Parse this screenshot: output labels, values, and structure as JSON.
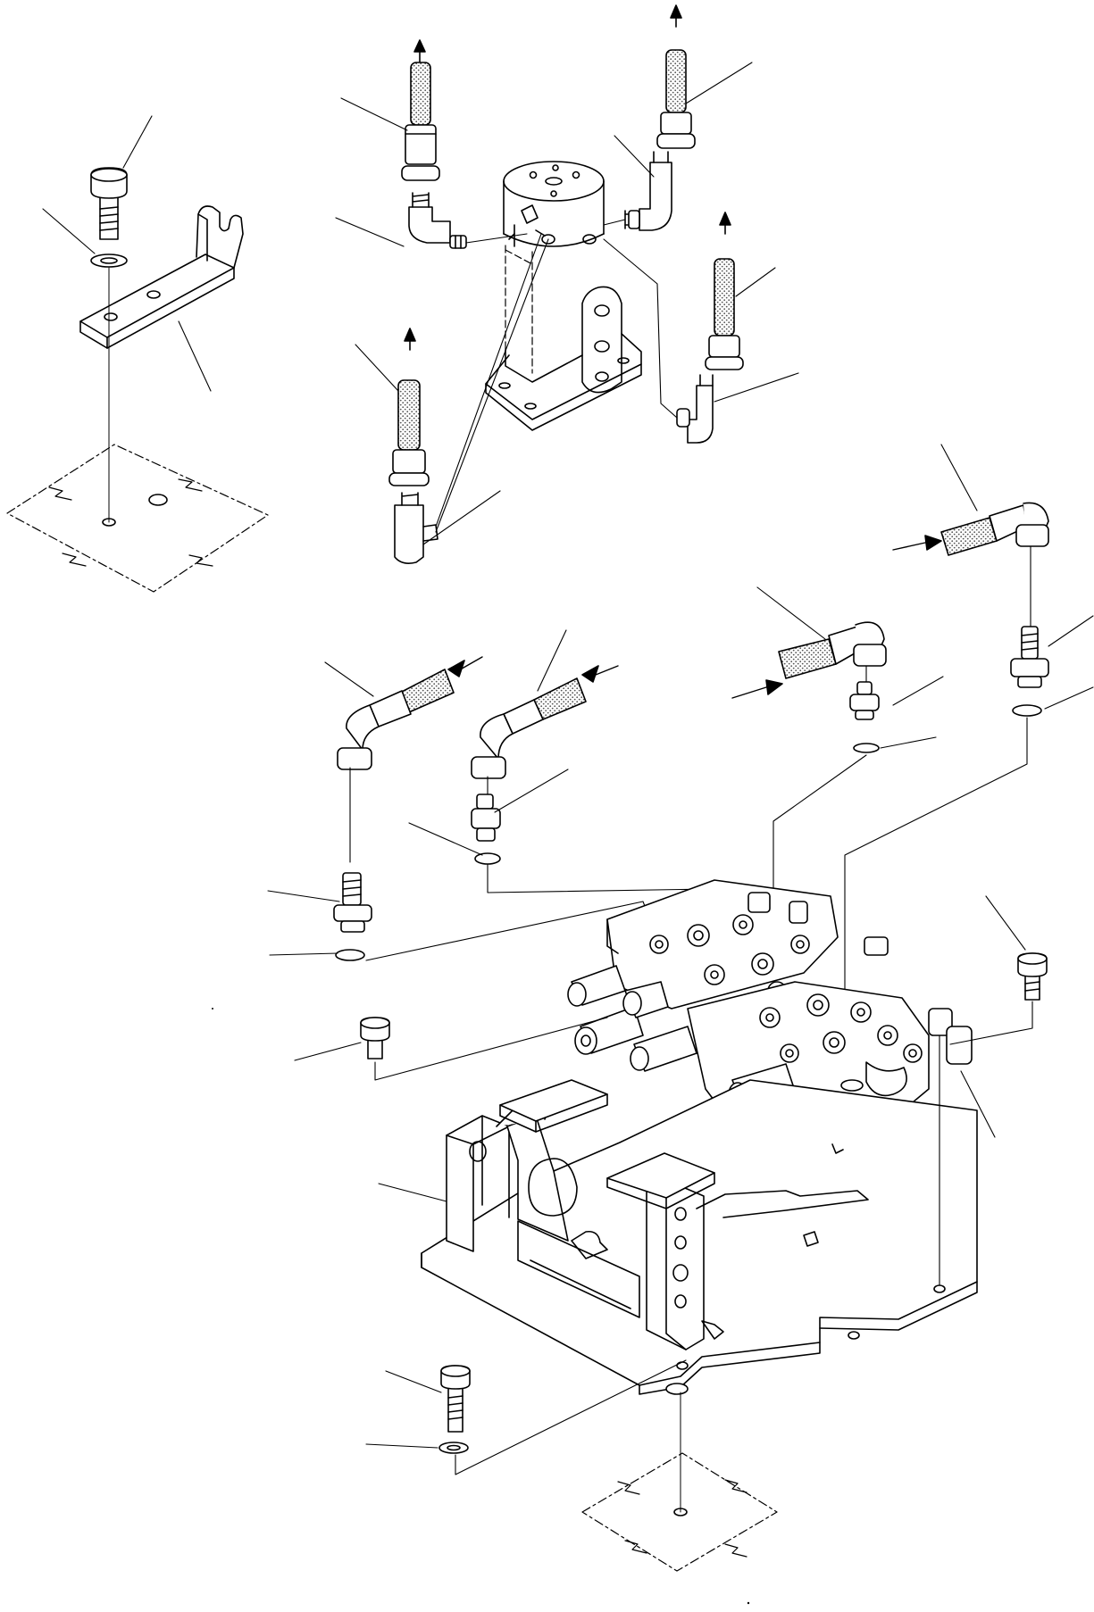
{
  "diagram": {
    "type": "exploded-parts-drawing",
    "line_color": "#000000",
    "fill_color": "#ffffff",
    "hose_fill": "#b8b8b8",
    "label_text": "",
    "callouts_unlabeled": true,
    "components": [
      "mounting-bracket",
      "bracket-bolt",
      "bracket-washer",
      "floor-panel-top-left",
      "swivel-joint",
      "elbow-fitting",
      "hose-end",
      "straight-hose-fitting",
      "o-ring",
      "control-valve-assembly",
      "valve-bolt",
      "support-frame",
      "frame-bolt",
      "frame-washer",
      "floor-panel-bottom"
    ]
  }
}
